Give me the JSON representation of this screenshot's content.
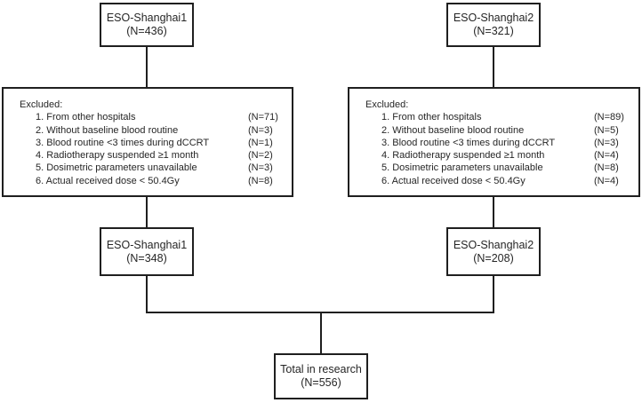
{
  "diagram": {
    "colors": {
      "line": "#1f1f1f",
      "text": "#262626",
      "background": "#ffffff"
    },
    "cohort1": {
      "initial": {
        "name": "ESO-Shanghai1",
        "n": "(N=436)"
      },
      "excluded": {
        "header": "Excluded:",
        "items": [
          {
            "text": "1. From other hospitals",
            "n": "(N=71)"
          },
          {
            "text": "2. Without baseline blood routine",
            "n": "(N=3)"
          },
          {
            "text": "3. Blood routine <3 times during dCCRT",
            "n": "(N=1)"
          },
          {
            "text": "4. Radiotherapy suspended ≥1 month",
            "n": "(N=2)"
          },
          {
            "text": "5. Dosimetric parameters unavailable",
            "n": "(N=3)"
          },
          {
            "text": "6. Actual received dose < 50.4Gy",
            "n": "(N=8)"
          }
        ]
      },
      "after_exclusion": {
        "name": "ESO-Shanghai1",
        "n": "(N=348)"
      }
    },
    "cohort2": {
      "initial": {
        "name": "ESO-Shanghai2",
        "n": "(N=321)"
      },
      "excluded": {
        "header": "Excluded:",
        "items": [
          {
            "text": "1. From other hospitals",
            "n": "(N=89)"
          },
          {
            "text": "2. Without baseline blood routine",
            "n": "(N=5)"
          },
          {
            "text": "3. Blood routine <3 times during dCCRT",
            "n": "(N=3)"
          },
          {
            "text": "4. Radiotherapy suspended ≥1 month",
            "n": "(N=4)"
          },
          {
            "text": "5. Dosimetric parameters unavailable",
            "n": "(N=8)"
          },
          {
            "text": "6. Actual received dose < 50.4Gy",
            "n": "(N=4)"
          }
        ]
      },
      "after_exclusion": {
        "name": "ESO-Shanghai2",
        "n": "(N=208)"
      }
    },
    "total": {
      "name": "Total in research",
      "n": "(N=556)"
    }
  }
}
